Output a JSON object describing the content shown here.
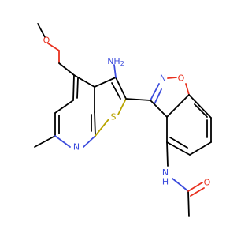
{
  "molecule": {
    "labels": {
      "methoxy_oxygen": "O",
      "amino_group": "NH",
      "amino_subscript": "2",
      "pyridine_nitrogen": "N",
      "thiophene_sulfur": "S",
      "isoxazole_nitrogen": "N",
      "isoxazole_oxygen": "O",
      "amide_nitrogen": "N",
      "amide_hydrogen": "H",
      "carbonyl_oxygen": "O"
    },
    "colors": {
      "carbon": "#000000",
      "nitrogen": "#3b4bdc",
      "oxygen": "#e8311f",
      "sulfur": "#b8a400"
    }
  }
}
